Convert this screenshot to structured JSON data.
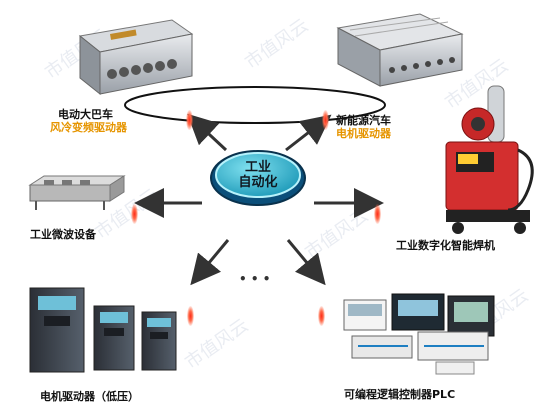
{
  "center": {
    "line1": "工业",
    "line2": "自动化"
  },
  "dots": "• • •",
  "nodes": {
    "bus_driver": {
      "title": "电动大巴车",
      "subtitle": "风冷变频驱动器"
    },
    "nev_driver": {
      "title": "新能源汽车",
      "subtitle": "电机驱动器"
    },
    "microwave": {
      "title": "工业微波设备"
    },
    "welder": {
      "title": "工业数字化智能焊机"
    },
    "motor_driver": {
      "title": "电机驱动器（低压）"
    },
    "plc": {
      "title": "可编程逻辑控制器PLC"
    }
  },
  "watermark": "市值风云",
  "colors": {
    "center_fill": "#1aa6c4",
    "center_ring": "#0b4f7a",
    "arrow": "#333333",
    "subtitle": "#e69500",
    "glow": "#ff2a1a"
  }
}
